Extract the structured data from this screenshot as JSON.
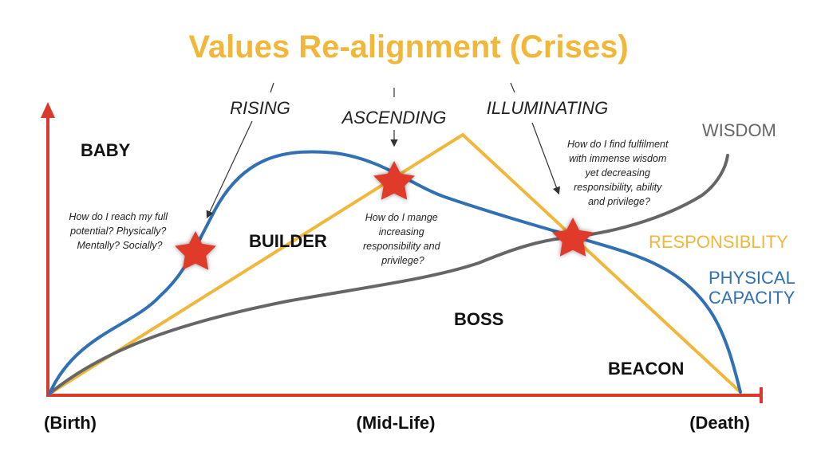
{
  "title": "Values Re-alignment (Crises)",
  "colors": {
    "title": "#F0B73A",
    "axis": "#D93A2B",
    "physical_capacity": "#3070B3",
    "responsibility": "#F0B73A",
    "wisdom": "#666666",
    "star": "#E03A2C"
  },
  "stages": {
    "baby": "BABY",
    "builder": "BUILDER",
    "boss": "BOSS",
    "beacon": "BEACON"
  },
  "phases": {
    "rising": "RISING",
    "ascending": "ASCENDING",
    "illuminating": "ILLUMINATING"
  },
  "questions": {
    "rising": [
      "How do I reach my full",
      "potential? Physically?",
      "Mentally? Socially?"
    ],
    "ascending": [
      "How do I mange",
      "increasing",
      "responsibility and",
      "privilege?"
    ],
    "illuminating": [
      "How do I find fulfilment",
      "with immense wisdom",
      "yet decreasing",
      "responsibility, ability",
      "and privilege?"
    ]
  },
  "axis": {
    "birth": "(Birth)",
    "mid_life": "(Mid-Life)",
    "death": "(Death)"
  },
  "series_labels": {
    "wisdom": "WISDOM",
    "responsibility": "RESPONSIBLITY",
    "physical_capacity": [
      "PHYSICAL",
      "CAPACITY"
    ]
  },
  "icons": [
    "star-icon",
    "arrow-up-icon",
    "arrow-right-icon"
  ]
}
